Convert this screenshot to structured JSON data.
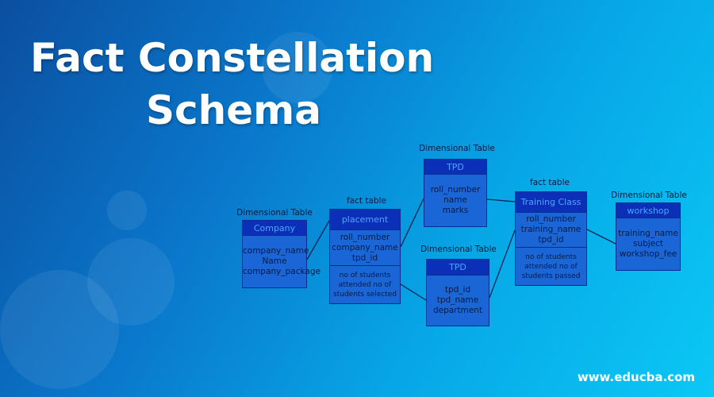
{
  "title": {
    "line1": "Fact Constellation",
    "line2": "Schema"
  },
  "tables": [
    {
      "id": "company",
      "label": "Dimensional Table",
      "name": "Company",
      "attributes": [
        "company_name",
        "Name",
        "company_package"
      ]
    },
    {
      "id": "placement",
      "label": "fact table",
      "name": "placement",
      "attributes": [
        "roll_number",
        "company_name",
        "tpd_id"
      ],
      "measures": "no of students attended no of students selected"
    },
    {
      "id": "tpd1",
      "label": "Dimensional Table",
      "name": "TPD",
      "attributes": [
        "roll_number",
        "name",
        "marks"
      ]
    },
    {
      "id": "tpd2",
      "label": "Dimensional Table",
      "name": "TPD",
      "attributes": [
        "tpd_id",
        "tpd_name",
        "department"
      ]
    },
    {
      "id": "training",
      "label": "fact table",
      "name": "Training Class",
      "attributes": [
        "roll_number",
        "training_name",
        "tpd_id"
      ],
      "measures": "no of students attended no of students passed"
    },
    {
      "id": "workshop",
      "label": "Dimensional Table",
      "name": "workshop",
      "attributes": [
        "training_name",
        "subject",
        "workshop_fee"
      ]
    }
  ],
  "links": [
    [
      "company",
      "placement"
    ],
    [
      "placement",
      "tpd1"
    ],
    [
      "placement",
      "tpd2"
    ],
    [
      "tpd1",
      "training"
    ],
    [
      "tpd2",
      "training"
    ],
    [
      "training",
      "workshop"
    ]
  ],
  "footer": "www.educba.com"
}
